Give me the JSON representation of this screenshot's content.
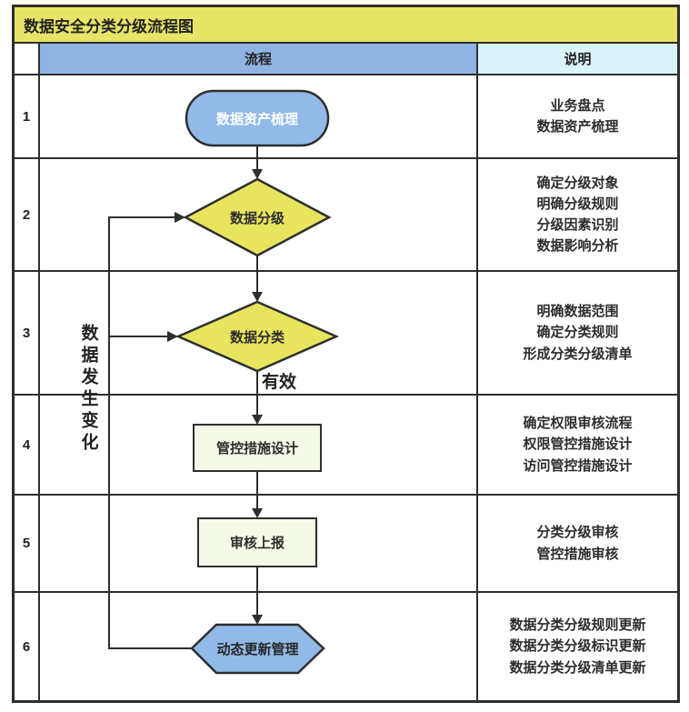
{
  "title": "数据安全分类分级流程图",
  "columns": {
    "flow": "流程",
    "desc": "说明"
  },
  "flow_label_valid": "有效",
  "side_label": "数据发生变化",
  "rows": [
    {
      "num": "1",
      "shape": "stadium",
      "label": "数据资产梳理",
      "notes": "业务盘点\n数据资产梳理"
    },
    {
      "num": "2",
      "shape": "diamond",
      "label": "数据分级",
      "notes": "确定分级对象\n明确分级规则\n分级因素识别\n数据影响分析"
    },
    {
      "num": "3",
      "shape": "diamond",
      "label": "数据分类",
      "notes": "明确数据范围\n确定分类规则\n形成分类分级清单"
    },
    {
      "num": "4",
      "shape": "rect",
      "label": "管控措施设计",
      "notes": "确定权限审核流程\n权限管控措施设计\n访问管控措施设计"
    },
    {
      "num": "5",
      "shape": "rect",
      "label": "审核上报",
      "notes": "分类分级审核\n管控措施审核"
    },
    {
      "num": "6",
      "shape": "hexagon",
      "label": "动态更新管理",
      "notes": "数据分类分级规则更新\n数据分类分级标识更新\n数据分类分级清单更新"
    }
  ],
  "colors": {
    "title_bg": "#e7e468",
    "flow_header_bg": "#8fb4e3",
    "desc_header_bg": "#daf5f9",
    "node_blue": "#92bae8",
    "node_yellow": "#e8e45e",
    "node_cream": "#f4f8e6",
    "line": "#2e2e2e"
  }
}
